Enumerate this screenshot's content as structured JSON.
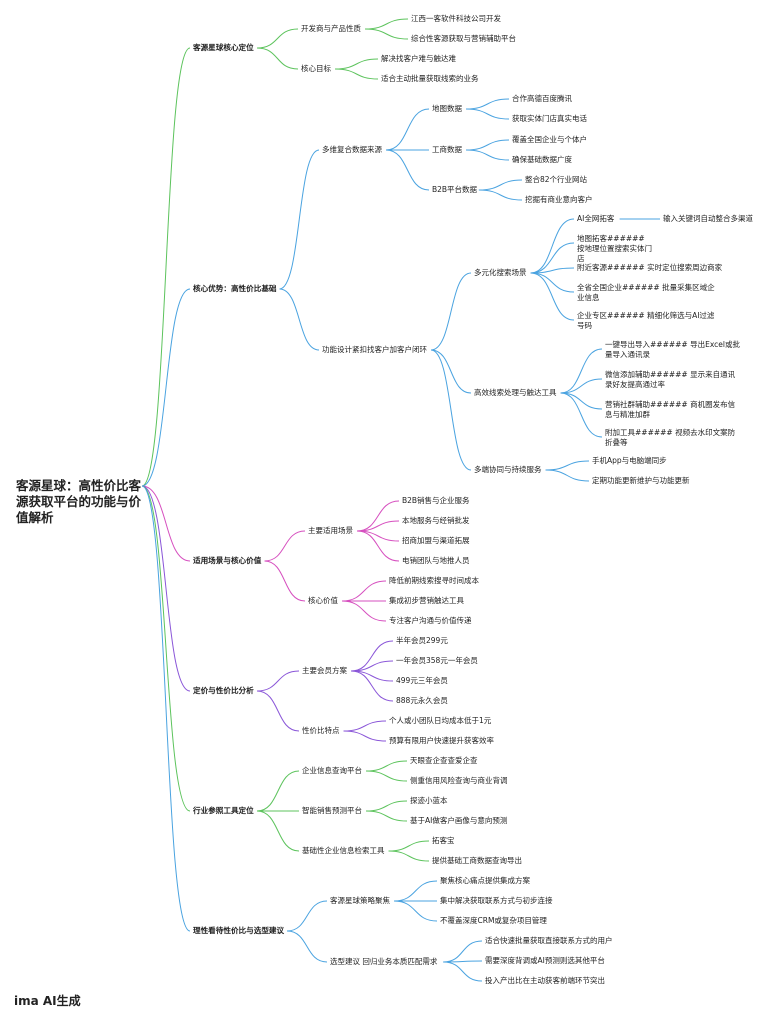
{
  "mindmap": {
    "root": "客源星球：高性价比客源获取平台的功能与价值解析",
    "footer": "ima AI生成",
    "colors": {
      "green": "#5cc35c",
      "blue": "#4aa3e0",
      "magenta": "#d64fbf",
      "purple": "#8a56d8"
    },
    "branches": [
      {
        "label": "客源星球核心定位",
        "children": [
          {
            "label": "开发商与产品性质",
            "children": [
              {
                "label": "江西一客软件科技公司开发"
              },
              {
                "label": "综合性客源获取与营销辅助平台"
              }
            ]
          },
          {
            "label": "核心目标",
            "children": [
              {
                "label": "解决找客户难与触达难"
              },
              {
                "label": "适合主动批量获取线索的业务"
              }
            ]
          }
        ]
      },
      {
        "label": "核心优势：高性价比基础",
        "children": [
          {
            "label": "多维复合数据来源",
            "children": [
              {
                "label": "地图数据",
                "children": [
                  {
                    "label": "合作高德百度腾讯"
                  },
                  {
                    "label": "获取实体门店真实电话"
                  }
                ]
              },
              {
                "label": "工商数据",
                "children": [
                  {
                    "label": "覆盖全国企业与个体户"
                  },
                  {
                    "label": "确保基础数据广度"
                  }
                ]
              },
              {
                "label": "B2B平台数据",
                "children": [
                  {
                    "label": "整合82个行业网站"
                  },
                  {
                    "label": "挖掘有商业意向客户"
                  }
                ]
              }
            ]
          },
          {
            "label": "功能设计紧扣找客户加客户闭环",
            "children": [
              {
                "label": "多元化搜索场景",
                "children": [
                  {
                    "label": "AI全网拓客",
                    "children": [
                      {
                        "label": "输入关键词自动整合多渠道"
                      }
                    ]
                  },
                  {
                    "label": "地图拓客###### 按地理位置搜索实体门店"
                  },
                  {
                    "label": "附近客源###### 实时定位搜索周边商家"
                  },
                  {
                    "label": "全省全国企业###### 批量采集区域企业信息"
                  },
                  {
                    "label": "企业专区###### 精细化筛选与AI过滤号码"
                  }
                ]
              },
              {
                "label": "高效线索处理与触达工具",
                "children": [
                  {
                    "label": "一键导出导入###### 导出Excel或批量导入通讯录"
                  },
                  {
                    "label": "微信添加辅助###### 显示来自通讯录好友提高通过率"
                  },
                  {
                    "label": "营销社群辅助###### 商机圈发布信息与精准加群"
                  },
                  {
                    "label": "附加工具###### 视频去水印文案防折叠等"
                  }
                ]
              },
              {
                "label": "多端协同与持续服务",
                "children": [
                  {
                    "label": "手机App与电脑端同步"
                  },
                  {
                    "label": "定期功能更新维护与功能更新"
                  }
                ]
              }
            ]
          }
        ]
      },
      {
        "label": "适用场景与核心价值",
        "children": [
          {
            "label": "主要适用场景",
            "children": [
              {
                "label": "B2B销售与企业服务"
              },
              {
                "label": "本地服务与经销批发"
              },
              {
                "label": "招商加盟与渠道拓展"
              },
              {
                "label": "电销团队与地推人员"
              }
            ]
          },
          {
            "label": "核心价值",
            "children": [
              {
                "label": "降低前期线索搜寻时间成本"
              },
              {
                "label": "集成初步营销触达工具"
              },
              {
                "label": "专注客户沟通与价值传递"
              }
            ]
          }
        ]
      },
      {
        "label": "定价与性价比分析",
        "children": [
          {
            "label": "主要会员方案",
            "children": [
              {
                "label": "半年会员299元"
              },
              {
                "label": "一年会员358元一年会员"
              },
              {
                "label": "499元三年会员"
              },
              {
                "label": "888元永久会员"
              }
            ]
          },
          {
            "label": "性价比特点",
            "children": [
              {
                "label": "个人或小团队日均成本低于1元"
              },
              {
                "label": "预算有限用户快速提升获客效率"
              }
            ]
          }
        ]
      },
      {
        "label": "行业参照工具定位",
        "children": [
          {
            "label": "企业信息查询平台",
            "children": [
              {
                "label": "天眼查企查查爱企查"
              },
              {
                "label": "侧重信用风险查询与商业背调"
              }
            ]
          },
          {
            "label": "智能销售预测平台",
            "children": [
              {
                "label": "探迹小蓝本"
              },
              {
                "label": "基于AI做客户画像与意向预测"
              }
            ]
          },
          {
            "label": "基础性企业信息检索工具",
            "children": [
              {
                "label": "拓客宝"
              },
              {
                "label": "提供基础工商数据查询导出"
              }
            ]
          }
        ]
      },
      {
        "label": "理性看待性价比与选型建议",
        "children": [
          {
            "label": "客源星球策略聚焦",
            "children": [
              {
                "label": "聚焦核心痛点提供集成方案"
              },
              {
                "label": "集中解决获取联系方式与初步连接"
              },
              {
                "label": "不覆盖深度CRM或复杂项目管理"
              }
            ]
          },
          {
            "label": "选型建议 回归业务本质匹配需求",
            "children": [
              {
                "label": "适合快速批量获取直接联系方式的用户"
              },
              {
                "label": "需要深度背调或AI预测则选其他平台"
              },
              {
                "label": "投入产出比在主动获客前端环节突出"
              }
            ]
          }
        ]
      }
    ]
  }
}
